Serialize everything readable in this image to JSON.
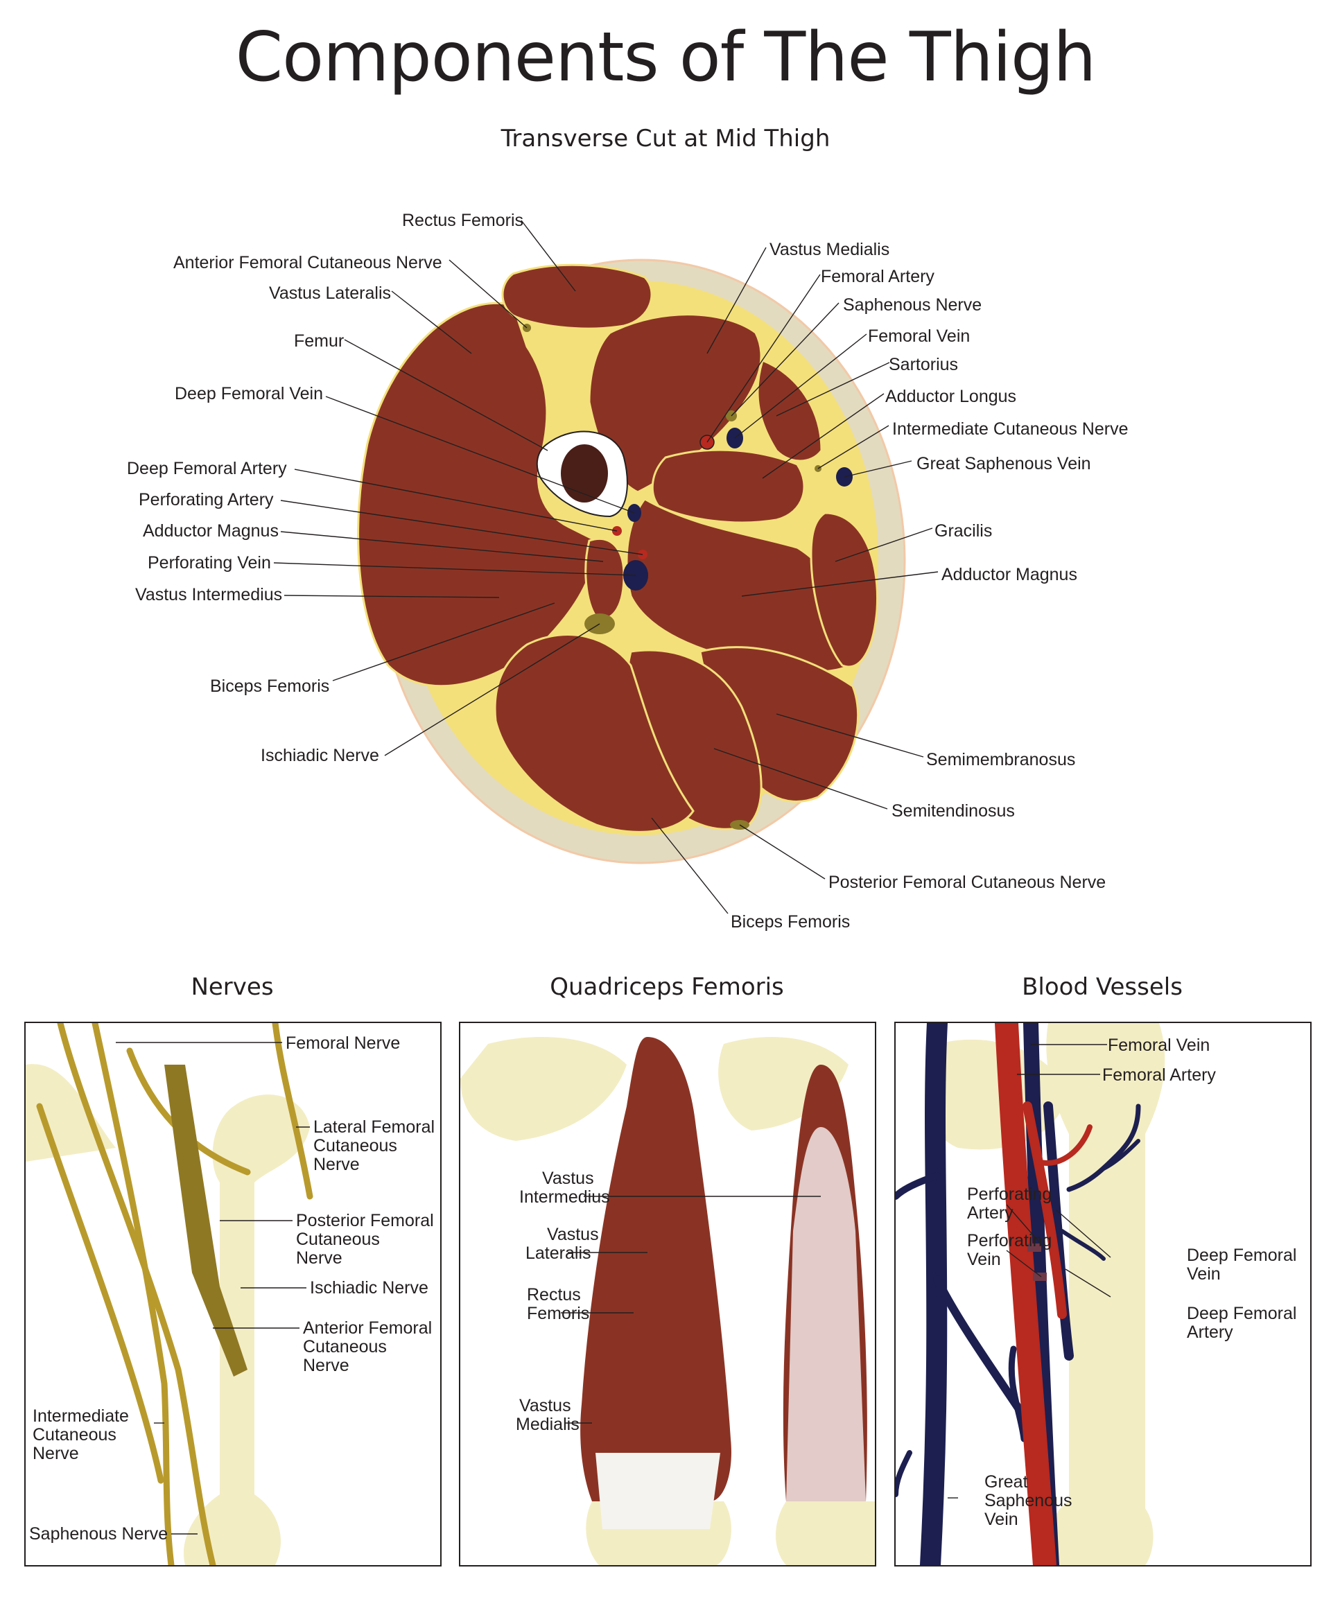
{
  "title": "Components of The Thigh",
  "subtitle": "Transverse Cut at Mid Thigh",
  "cross_section": {
    "labels": {
      "rectus_femoris": "Rectus Femoris",
      "anterior_femoral_cutaneous_nerve": "Anterior Femoral Cutaneous Nerve",
      "vastus_lateralis": "Vastus Lateralis",
      "femur": "Femur",
      "deep_femoral_vein": "Deep Femoral Vein",
      "deep_femoral_artery": "Deep Femoral Artery",
      "perforating_artery": "Perforating Artery",
      "adductor_magnus_left": "Adductor Magnus",
      "perforating_vein": "Perforating Vein",
      "vastus_intermedius": "Vastus Intermedius",
      "biceps_femoris_left": "Biceps Femoris",
      "ischiadic_nerve": "Ischiadic Nerve",
      "vastus_medialis": "Vastus Medialis",
      "femoral_artery": "Femoral Artery",
      "saphenous_nerve": "Saphenous Nerve",
      "femoral_vein": "Femoral Vein",
      "sartorius": "Sartorius",
      "adductor_longus": "Adductor Longus",
      "intermediate_cutaneous_nerve": "Intermediate Cutaneous Nerve",
      "great_saphenous_vein": "Great Saphenous Vein",
      "gracilis": "Gracilis",
      "adductor_magnus_right": "Adductor Magnus",
      "semimembranosus": "Semimembranosus",
      "semitendinosus": "Semitendinosus",
      "posterior_femoral_cutaneous_nerve": "Posterior Femoral Cutaneous Nerve",
      "biceps_femoris_bottom": "Biceps Femoris"
    }
  },
  "panels": {
    "nerves": {
      "title": "Nerves",
      "labels": {
        "femoral_nerve": "Femoral Nerve",
        "lateral_femoral_cutaneous": [
          "Lateral Femoral",
          "Cutaneous",
          "Nerve"
        ],
        "posterior_femoral_cutaneous": [
          "Posterior Femoral",
          "Cutaneous",
          "Nerve"
        ],
        "ischiadic_nerve": "Ischiadic Nerve",
        "anterior_femoral_cutaneous": [
          "Anterior Femoral",
          "Cutaneous",
          "Nerve"
        ],
        "intermediate_cutaneous": [
          "Intermediate",
          "Cutaneous",
          "Nerve"
        ],
        "saphenous_nerve": "Saphenous Nerve"
      }
    },
    "quadriceps": {
      "title": "Quadriceps Femoris",
      "labels": {
        "vastus_intermedius": [
          "Vastus",
          "Intermedius"
        ],
        "vastus_lateralis": [
          "Vastus",
          "Lateralis"
        ],
        "rectus_femoris": [
          "Rectus",
          "Femoris"
        ],
        "vastus_medialis": [
          "Vastus",
          "Medialis"
        ]
      }
    },
    "blood_vessels": {
      "title": "Blood Vessels",
      "labels": {
        "femoral_vein": "Femoral Vein",
        "femoral_artery": "Femoral Artery",
        "perforating_artery": [
          "Perforating",
          "Artery"
        ],
        "perforating_vein": [
          "Perforating",
          "Vein"
        ],
        "deep_femoral_vein": [
          "Deep Femoral",
          "Vein"
        ],
        "deep_femoral_artery": [
          "Deep Femoral",
          "Artery"
        ],
        "great_saphenous_vein": [
          "Great",
          "Saphenous",
          "Vein"
        ]
      }
    }
  },
  "colors": {
    "muscle": "#8a3324",
    "fat": "#f4e07a",
    "skin": "#e3dbbf",
    "bone": "#f3edc4",
    "nerve": "#b89a2c",
    "artery": "#b8291f",
    "vein": "#1c1f4f"
  }
}
